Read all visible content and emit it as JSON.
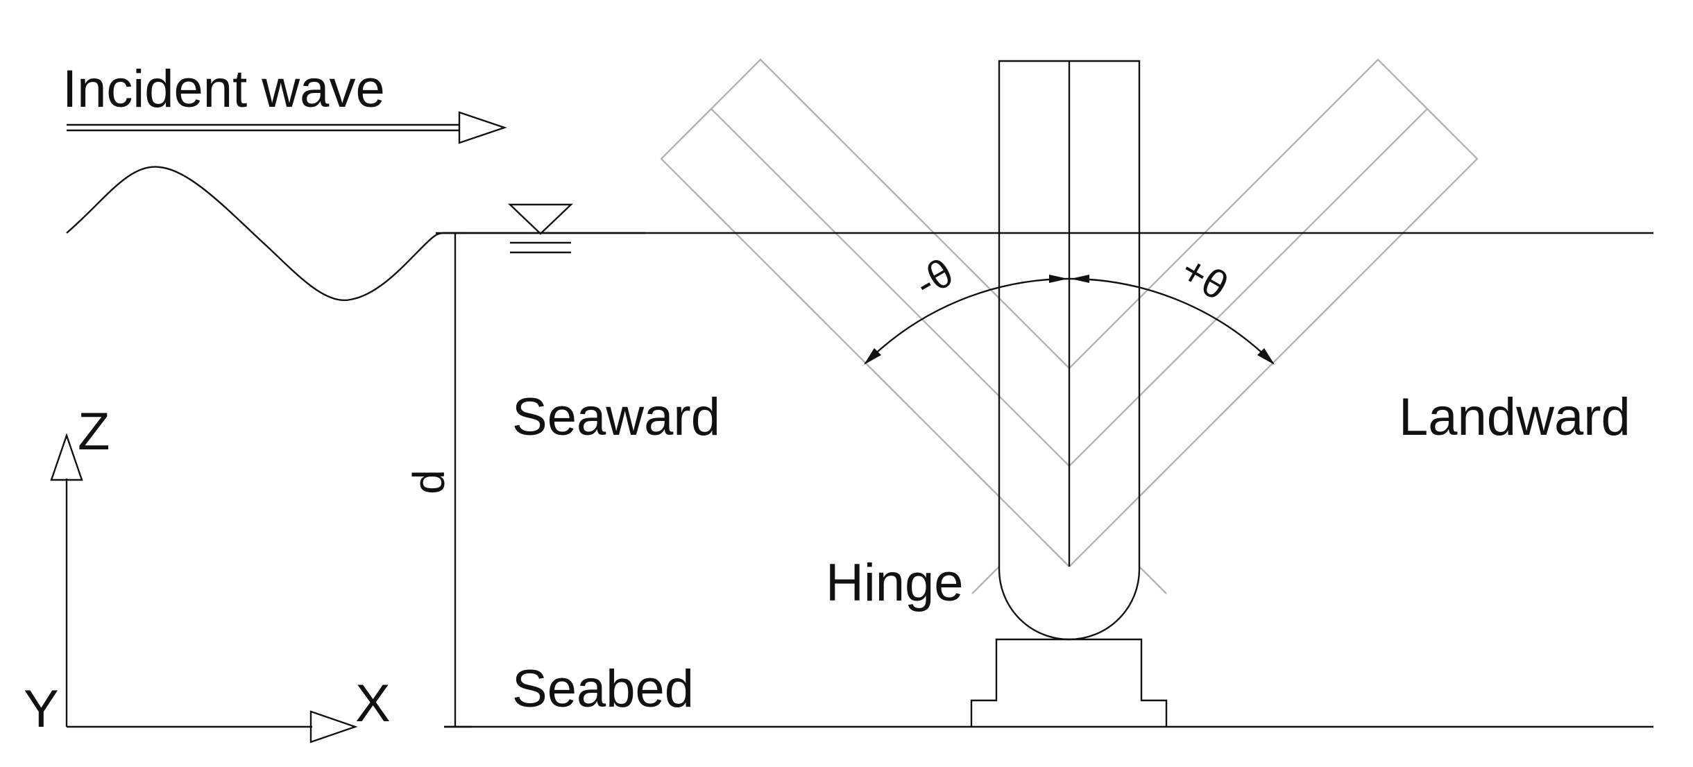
{
  "labels": {
    "incident_wave": "Incident wave",
    "axis_z": "Z",
    "axis_y": "Y",
    "axis_x": "X",
    "depth": "d",
    "seaward": "Seaward",
    "landward": "Landward",
    "hinge": "Hinge",
    "seabed": "Seabed",
    "angle_negative": "-θ",
    "angle_positive": "+θ"
  },
  "colors": {
    "ink": "#111111",
    "ghost": "#b4b4b4",
    "background": "#ffffff"
  }
}
